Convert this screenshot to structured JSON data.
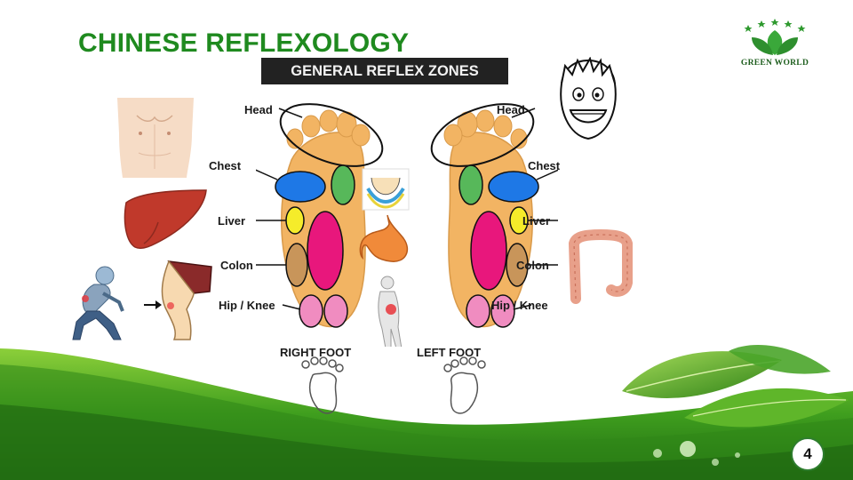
{
  "slide": {
    "title": "CHINESE REFLEXOLOGY",
    "brand": "GREEN WORLD",
    "page_number": "4"
  },
  "diagram": {
    "banner": "GENERAL REFLEX ZONES",
    "right_foot": {
      "label": "RIGHT FOOT",
      "zones": [
        "Head",
        "Chest",
        "Liver",
        "Colon",
        "Hip / Knee"
      ]
    },
    "left_foot": {
      "label": "LEFT FOOT",
      "zones": [
        "Head",
        "Chest",
        "Liver",
        "Colon",
        "Hip / Knee"
      ]
    },
    "colors": {
      "foot_skin": "#f2b463",
      "chest": "#1e78e6",
      "lung": "#57b85a",
      "liver": "#f5ec2a",
      "stomach": "#e8177c",
      "colon": "#c8955a",
      "hip_knee": "#f08cc0"
    }
  },
  "illustrations": {
    "icons": [
      "torso-icon",
      "liver-icon",
      "face-icon",
      "throat-icon",
      "stomach-icon",
      "intestine-icon",
      "back-pain-icon",
      "bent-man-icon",
      "knee-icon",
      "footprint-icon"
    ]
  },
  "theme": {
    "title_color": "#1f8a1f",
    "leaf_green": "#3e9e1e",
    "dark_green": "#1f6a12"
  }
}
